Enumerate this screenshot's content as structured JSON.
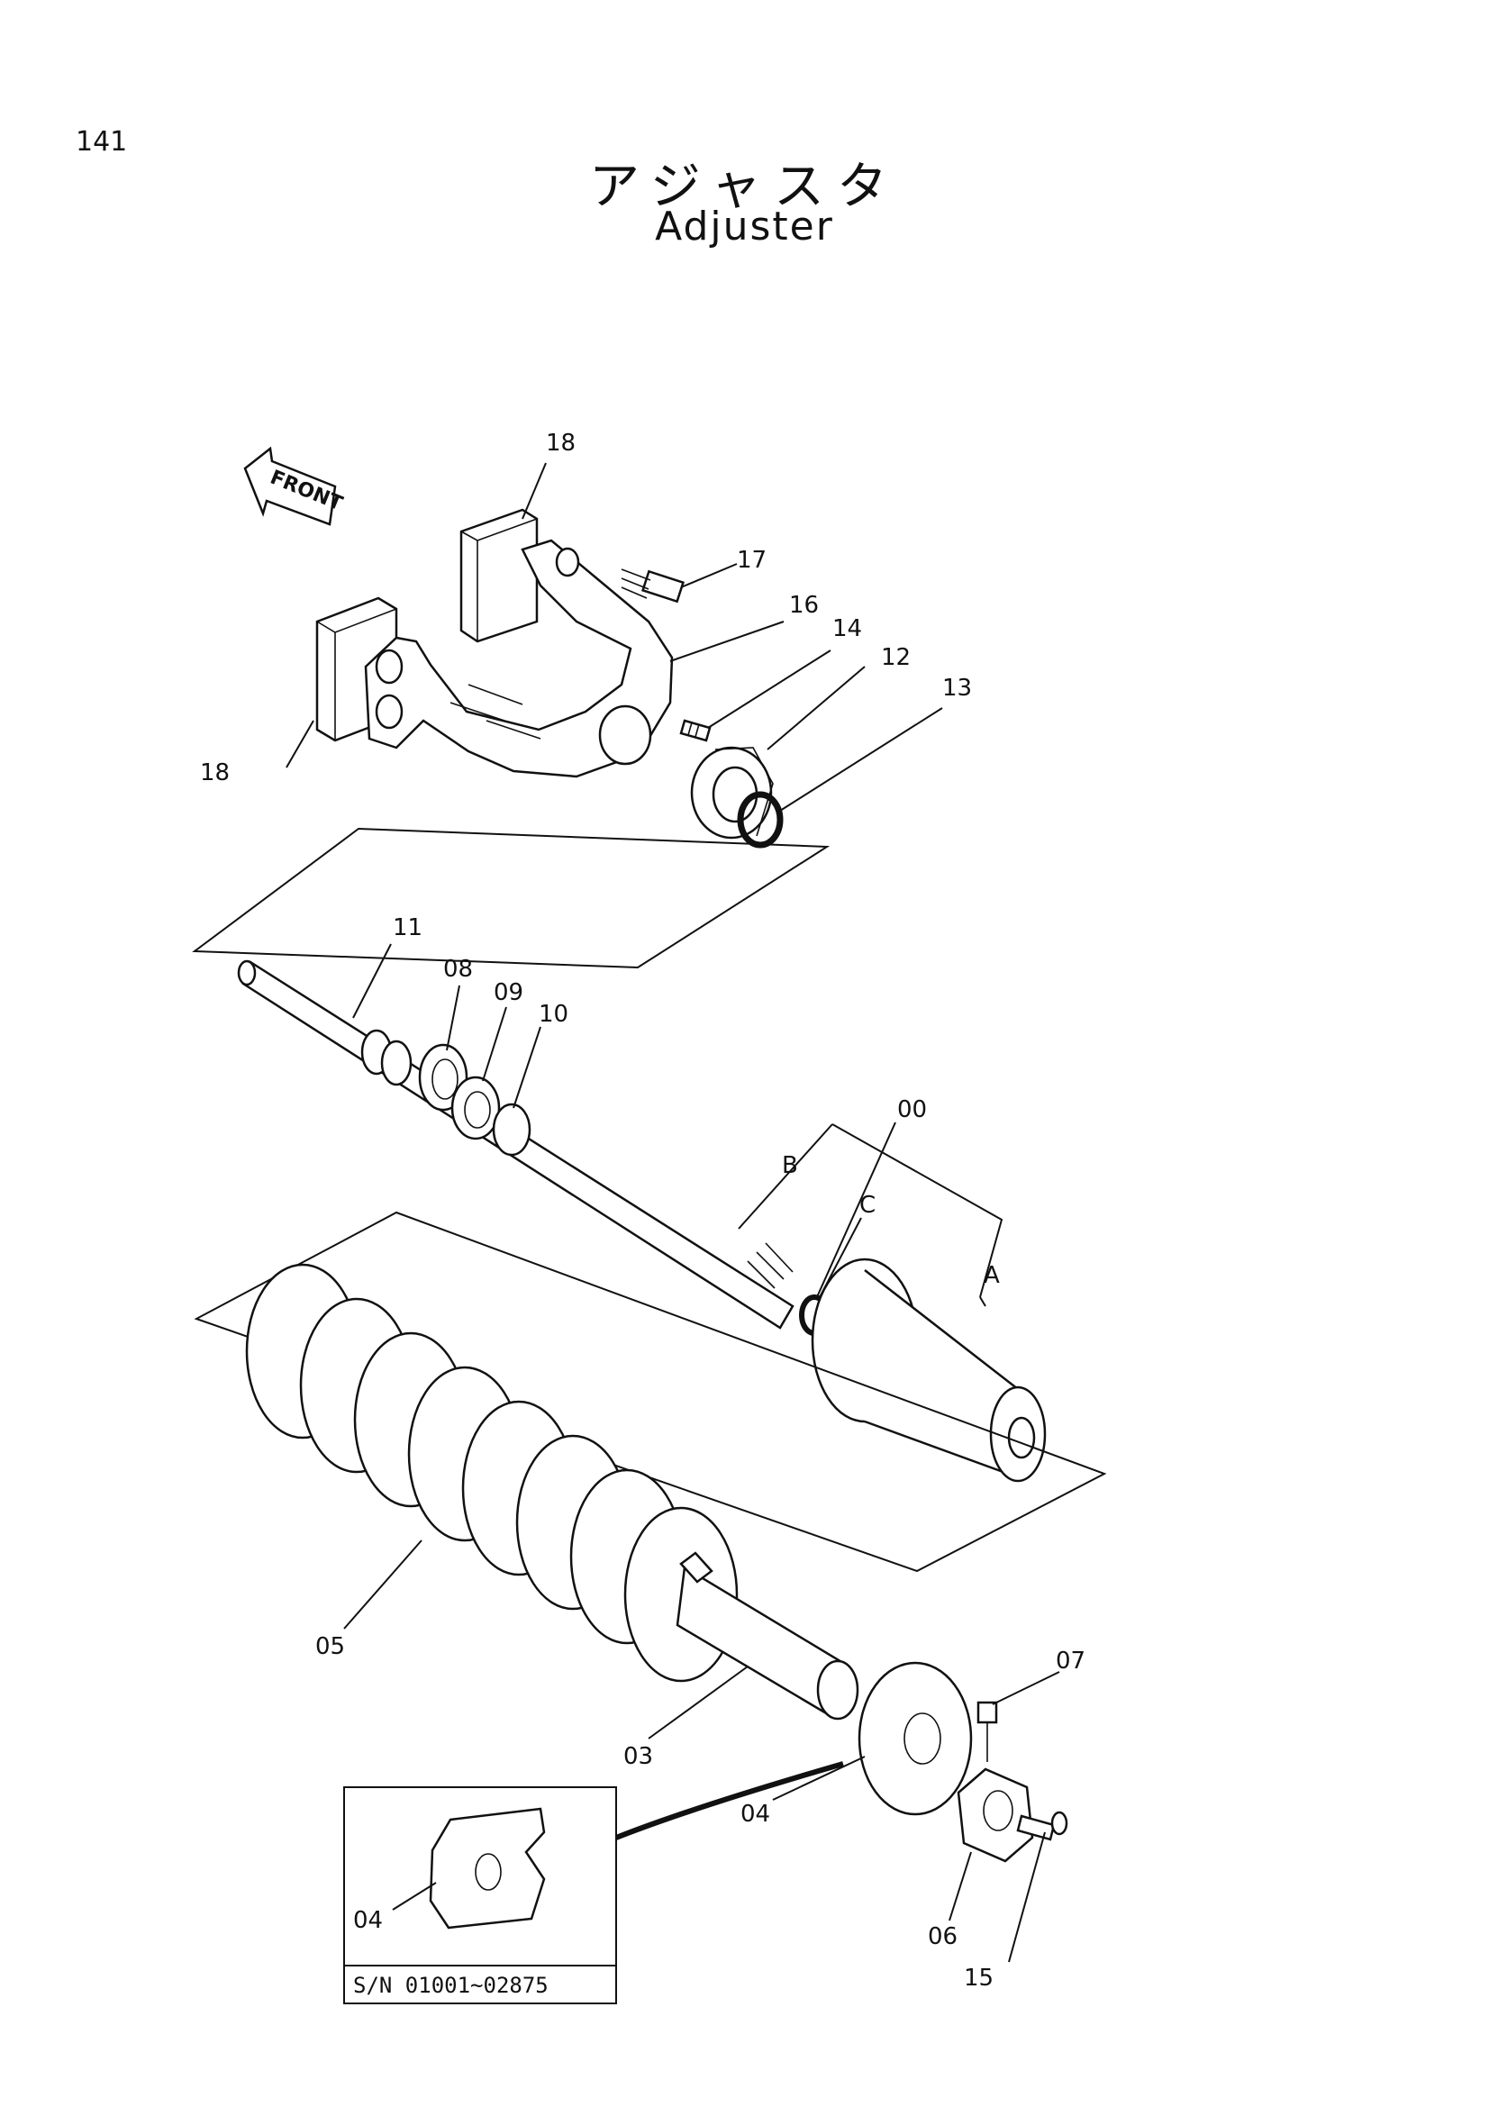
{
  "page_number": "141",
  "title_jp": "アジャスタ",
  "title_en": "Adjuster",
  "front_label": "FRONT",
  "callouts": {
    "c18a": "18",
    "c18b": "18",
    "c17": "17",
    "c16": "16",
    "c14": "14",
    "c12": "12",
    "c13": "13",
    "c11": "11",
    "c08": "08",
    "c09": "09",
    "c10": "10",
    "c00": "00",
    "cB": "B",
    "cC": "C",
    "cA": "A",
    "c05": "05",
    "c07": "07",
    "c03": "03",
    "c04": "04",
    "c04b": "04",
    "c06": "06",
    "c15": "15"
  },
  "inset_serial": "S/N 01001~02875"
}
